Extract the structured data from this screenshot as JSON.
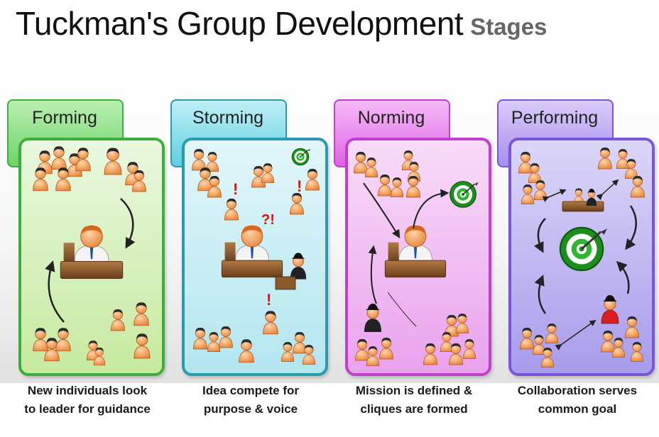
{
  "title": {
    "main": "Tuckman's Group Development",
    "sub": "Stages"
  },
  "stages": [
    {
      "label": "Forming",
      "caption_line1": "New individuals look",
      "caption_line2": "to leader for guidance",
      "color": "#3cae3c"
    },
    {
      "label": "Storming",
      "caption_line1": "Idea compete for",
      "caption_line2": "purpose & voice",
      "color": "#2a9ab0"
    },
    {
      "label": "Norming",
      "caption_line1": "Mission is defined &",
      "caption_line2": "cliques are formed",
      "color": "#c040cc"
    },
    {
      "label": "Performing",
      "caption_line1": "Collaboration serves",
      "caption_line2": "common goal",
      "color": "#7a55d8"
    }
  ],
  "storming_marks": {
    "exclaim": "!",
    "interrobang": "?!"
  },
  "icons": [
    "person-icon",
    "leader-at-desk-icon",
    "target-icon",
    "hat-person-icon",
    "arrow-icon"
  ]
}
